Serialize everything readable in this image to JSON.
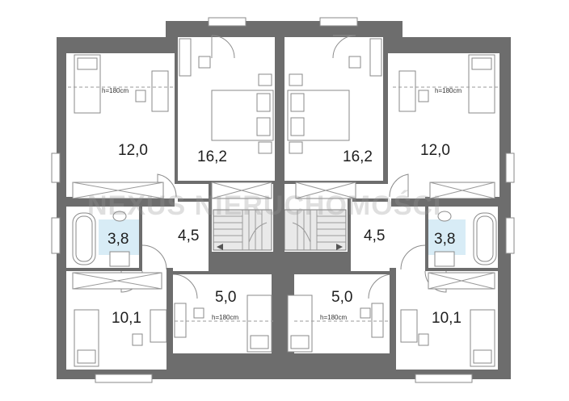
{
  "plan": {
    "watermark": "NEXUS NIERUCHOMOŚCI",
    "height_note": "h=180cm",
    "rooms": [
      {
        "id": "bedroom-top-left",
        "area": "12,0"
      },
      {
        "id": "bedroom-top-left-center",
        "area": "16,2"
      },
      {
        "id": "bedroom-top-right-center",
        "area": "16,2"
      },
      {
        "id": "bedroom-top-right",
        "area": "12,0"
      },
      {
        "id": "bathroom-left",
        "area": "3,8"
      },
      {
        "id": "hall-left",
        "area": "4,5"
      },
      {
        "id": "hall-right",
        "area": "4,5"
      },
      {
        "id": "bathroom-right",
        "area": "3,8"
      },
      {
        "id": "room-bottom-left-center",
        "area": "5,0"
      },
      {
        "id": "room-bottom-right-center",
        "area": "5,0"
      },
      {
        "id": "bedroom-bottom-left",
        "area": "10,1"
      },
      {
        "id": "bedroom-bottom-right",
        "area": "10,1"
      }
    ]
  }
}
